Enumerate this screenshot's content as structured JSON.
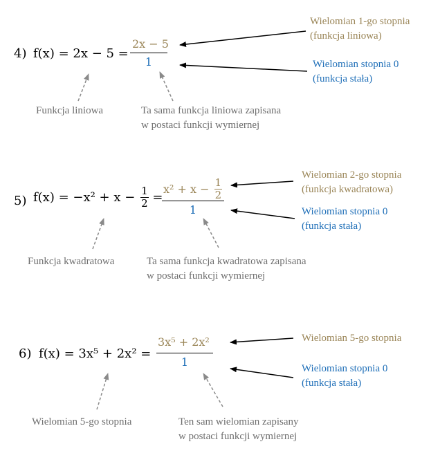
{
  "items": [
    {
      "number": "4)",
      "lhs": "f(x) = 2x − 5 =",
      "numerator": "2x − 5",
      "denominator": "1",
      "note_left": [
        "Funkcja liniowa"
      ],
      "note_center": [
        "Ta sama funkcja liniowa zapisana",
        "w postaci funkcji wymiernej"
      ],
      "note_top_right": [
        "Wielomian 1-go stopnia",
        "(funkcja liniowa)"
      ],
      "note_bottom_right": [
        "Wielomian stopnia  0",
        "(funkcja stała)"
      ]
    },
    {
      "number": "5)",
      "lhs_start": "f(x) = −x² + x −",
      "half_num": "1",
      "half_den": "2",
      "lhs_end": "=",
      "numerator_start": "x² + x −",
      "numerator_half_num": "1",
      "numerator_half_den": "2",
      "denominator": "1",
      "note_left": [
        "Funkcja kwadratowa"
      ],
      "note_center": [
        "Ta sama funkcja kwadratowa zapisana",
        "w postaci funkcji wymiernej"
      ],
      "note_top_right": [
        "Wielomian 2-go stopnia",
        "(funkcja kwadratowa)"
      ],
      "note_bottom_right": [
        "Wielomian stopnia  0",
        "(funkcja stała)"
      ]
    },
    {
      "number": "6)",
      "lhs": "f(x) = 3x⁵ + 2x² =",
      "numerator": "3x⁵ + 2x²",
      "denominator": "1",
      "note_left": [
        "Wielomian 5-go stopnia"
      ],
      "note_center": [
        "Ten sam wielomian zapisany",
        "w postaci funkcji wymiernej"
      ],
      "note_top_right": [
        "Wielomian 5-go stopnia"
      ],
      "note_bottom_right": [
        "Wielomian stopnia  0",
        "(funkcja stała)"
      ]
    }
  ],
  "colors": {
    "numerator": "#9a8557",
    "denominator": "#1f6fb8",
    "grey_note": "#6e6e6e",
    "arrow_solid": "#000000",
    "arrow_dashed": "#8a8a8a"
  }
}
